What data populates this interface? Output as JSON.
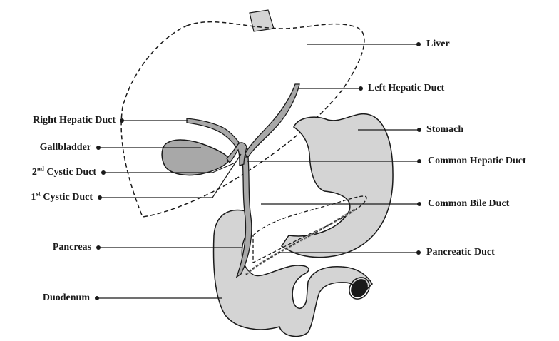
{
  "labels": {
    "liver": "Liver",
    "left_hepatic_duct": "Left Hepatic Duct",
    "right_hepatic_duct": "Right Hepatic Duct",
    "stomach": "Stomach",
    "gallbladder": "Gallbladder",
    "common_hepatic_duct": "Common Hepatic Duct",
    "cystic_duct_2_num": "2",
    "cystic_duct_2_sup": "nd",
    "cystic_duct_2_text": " Cystic Duct",
    "cystic_duct_1_num": "1",
    "cystic_duct_1_sup": "st",
    "cystic_duct_1_text": " Cystic Duct",
    "common_bile_duct": "Common Bile Duct",
    "pancreas": "Pancreas",
    "pancreatic_duct": "Pancreatic Duct",
    "duodenum": "Duodenum"
  },
  "colors": {
    "organ_fill": "#d4d4d4",
    "duct_fill": "#a8a8a8",
    "outline": "#1a1a1a",
    "background": "#ffffff"
  }
}
